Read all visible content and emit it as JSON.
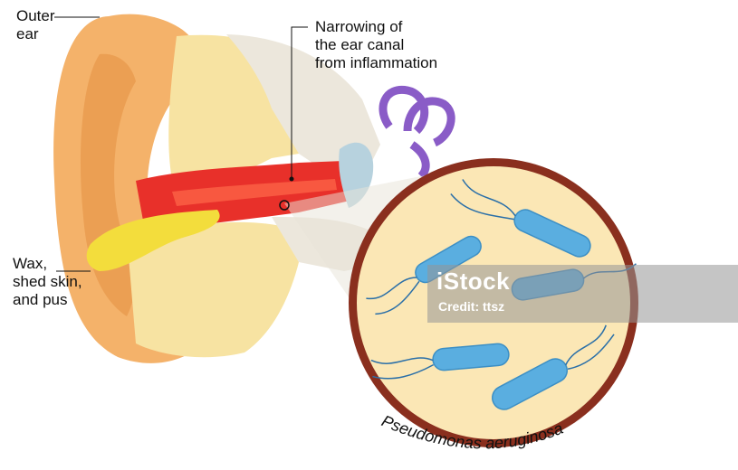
{
  "labels": {
    "outer_ear": "Outer\near",
    "narrowing": "Narrowing of\nthe ear canal\nfrom inflammation",
    "wax": "Wax,\nshed skin,\nand pus",
    "bacteria": "Pseudomonas aeruginosa"
  },
  "watermark": {
    "brand": "iStock",
    "credit": "Credit: ttsz"
  },
  "colors": {
    "skin": "#f4b26a",
    "cartilage": "#f7e3a2",
    "bone": "#ece7dc",
    "inflamed_canal": "#e8302a",
    "cochlea": "#8a5cc7",
    "magnifier_ring": "#8a2f1e",
    "magnifier_bg": "#fbe7b5",
    "bacterium": "#5aaee0",
    "wax": "#f3dd3c"
  }
}
